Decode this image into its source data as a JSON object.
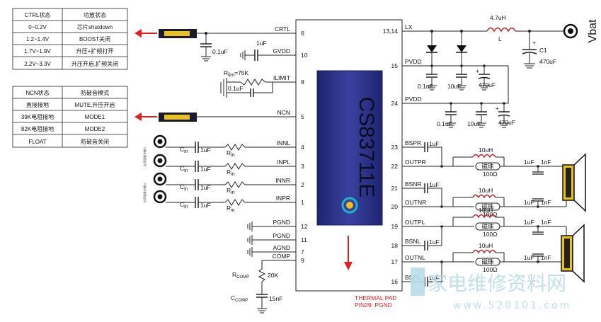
{
  "tables": {
    "ctrl": {
      "header": [
        "CTRL状态",
        "功放状态"
      ],
      "rows": [
        [
          "0~0.2V",
          "芯片shutdown"
        ],
        [
          "1.2~1.4V",
          "BOOST关闭"
        ],
        [
          "1.7V~1.9V",
          "升压+扩频打开"
        ],
        [
          "2.2V~3.3V",
          "升压开启,扩频关闭"
        ]
      ]
    },
    "ncn": {
      "header": [
        "NCN状态",
        "防破音模式"
      ],
      "rows": [
        [
          "直接接地",
          "MUTE,升压开启"
        ],
        [
          "39K电阻接地",
          "MODE1"
        ],
        [
          "82K电阻接地",
          "MODE2"
        ],
        [
          "FLOAT",
          "防破音关闭"
        ]
      ]
    }
  },
  "chip": {
    "name": "CS83711E",
    "left_pins": [
      {
        "name": "CRTL",
        "num": "6"
      },
      {
        "name": "GVDD",
        "num": "10"
      },
      {
        "name": "ILIMIT",
        "num": "8"
      },
      {
        "name": "NCN",
        "num": "5"
      },
      {
        "name": "INNL",
        "num": "4"
      },
      {
        "name": "INPL",
        "num": "3"
      },
      {
        "name": "INNR",
        "num": "2"
      },
      {
        "name": "INPR",
        "num": "1"
      },
      {
        "name": "PGND",
        "num": "12"
      },
      {
        "name": "PGND",
        "num": "11"
      },
      {
        "name": "AGND",
        "num": "7"
      },
      {
        "name": "COMP",
        "num": "9"
      }
    ],
    "right_pins": [
      {
        "name": "LX",
        "num": "13,14"
      },
      {
        "name": "PVDD",
        "num": "15"
      },
      {
        "name": "PVDD",
        "num": "24"
      },
      {
        "name": "BSPR",
        "num": "23"
      },
      {
        "name": "OUTPR",
        "num": "22"
      },
      {
        "name": "BSNR",
        "num": "21"
      },
      {
        "name": "OUTNR",
        "num": "20"
      },
      {
        "name": "OUTPL",
        "num": "19"
      },
      {
        "name": "BSNL",
        "num": "18"
      },
      {
        "name": "OUTNL",
        "num": "17"
      },
      {
        "name": "BSPL",
        "num": "16"
      }
    ],
    "thermal_pad": [
      "THERMAL PAD",
      "PIN29: PGND"
    ]
  },
  "components": {
    "c_crtl": "0.1uF",
    "c_gvdd": "1uF",
    "r_limit": "R",
    "r_limit_sub": "lim",
    "r_limit_val": "=75K",
    "c_ilimit": "0.1uF",
    "inductor_val": "4.7uH",
    "inductor_name": "L",
    "vbat": "Vbat",
    "c1_name": "C1",
    "c1_val": "470uF",
    "plus": "+",
    "c_01": "0.1uF",
    "c_10": "10uF",
    "c_470": "470uF",
    "cin": "C",
    "cin_sub": "in",
    "cin_val": "1uF",
    "rin": "R",
    "rin_sub": "in",
    "bs_cap": "1uF",
    "out_ind": "10uH",
    "bead": "磁珠",
    "bead_val": "100Ω",
    "out_cap": "1nF",
    "out_cap_small": "1uF",
    "rcomp": "R",
    "rcomp_sub": "COMP",
    "rcomp_val": "20K",
    "ccomp": "C",
    "ccomp_sub": "COMP",
    "ccomp_val": "15nF"
  },
  "input_labels": [
    "左声道差分输入",
    "右声道差分输入"
  ],
  "watermark": {
    "cn": "家电维修资料网",
    "url": "www.520101.com"
  },
  "colors": {
    "red": "#e02020",
    "chip_blue": "#2d3384",
    "chip_edge": "#1a1f5a",
    "connector": "#e8c020",
    "watermark": "#b9dde8"
  }
}
